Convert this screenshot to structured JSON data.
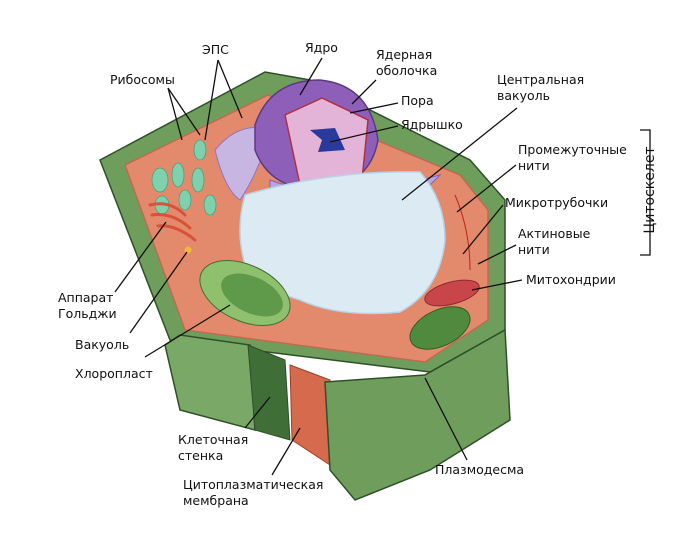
{
  "title_vertical": "Цитоскелет",
  "labels": {
    "ribosomes": "Рибосомы",
    "er": "ЭПС",
    "nucleus": "Ядро",
    "nuclear_envelope_1": "Ядерная",
    "nuclear_envelope_2": "оболочка",
    "central_vacuole_1": "Центральная",
    "central_vacuole_2": "вакуоль",
    "pore": "Пора",
    "nucleolus": "Ядрышко",
    "intermediate_1": "Промежуточные",
    "intermediate_2": "нити",
    "microtubules": "Микротрубочки",
    "actin_1": "Актиновые",
    "actin_2": "нити",
    "mitochondria": "Митохондрии",
    "golgi_1": "Аппарат",
    "golgi_2": "Гольджи",
    "vacuole": "Вакуоль",
    "chloroplast": "Хлоропласт",
    "cell_wall_1": "Клеточная",
    "cell_wall_2": "стенка",
    "membrane_1": "Цитоплазматическая",
    "membrane_2": "мембрана",
    "plasmodesma": "Плазмодесма"
  },
  "colors": {
    "wall": "#6f9e5c",
    "wall_dark": "#3f6e36",
    "cytoplasm": "#e48a6c",
    "nucleus": "#8e5fb8",
    "vacuole": "#dcebf3",
    "chloroplast": "#5e9a4a",
    "mito": "#c8454a"
  }
}
